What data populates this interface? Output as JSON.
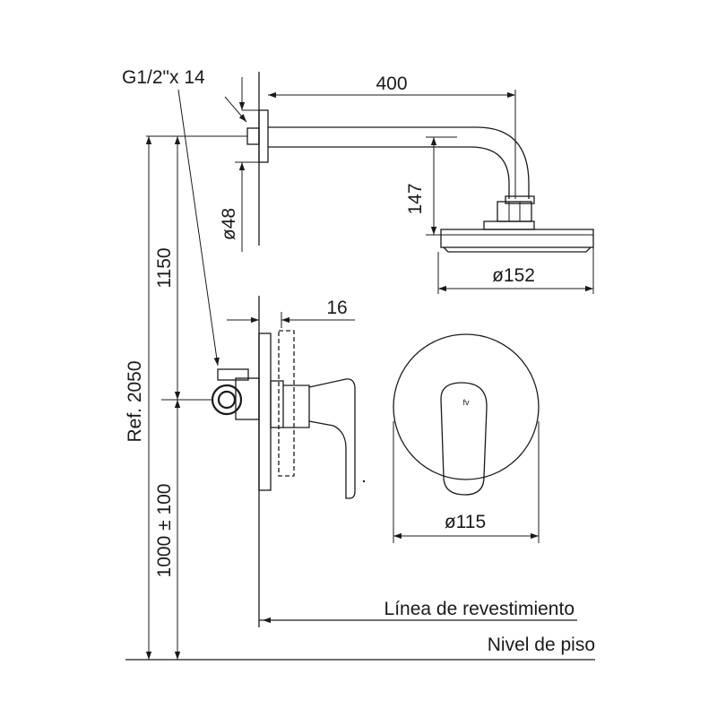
{
  "labels": {
    "thread": "G1/2\"x 14",
    "arm_length": "400",
    "arm_drop": "147",
    "flange_dia": "ø48",
    "head_dia": "ø152",
    "wall_offset": "16",
    "total_height": "1150",
    "ref_height": "Ref. 2050",
    "valve_height": "1000 ± 100",
    "plate_dia": "ø115",
    "cladding_line": "Línea de revestimiento",
    "floor_level": "Nivel de piso",
    "logo": "fv"
  }
}
